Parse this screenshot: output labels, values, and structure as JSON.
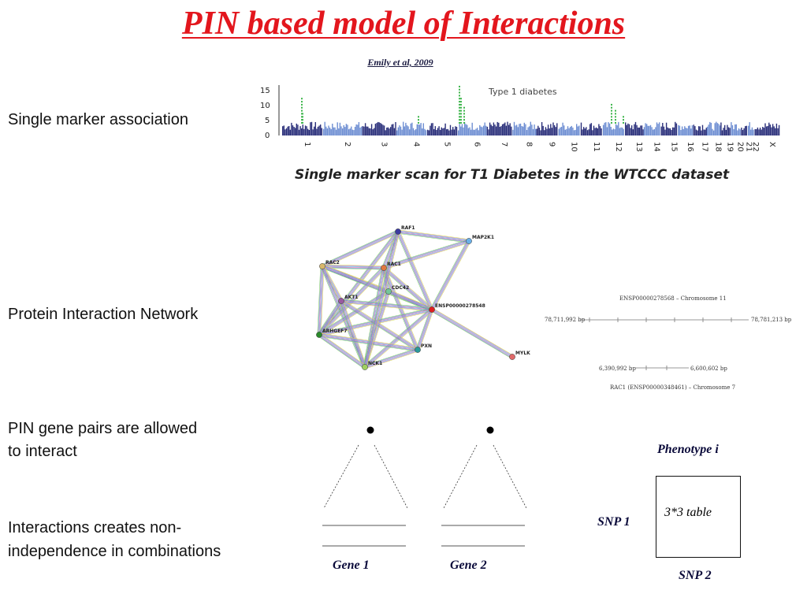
{
  "title": "PIN based model of Interactions",
  "citation": "Emily et al, 2009",
  "labels": {
    "single_marker": "Single marker association",
    "pin": "Protein Interaction Network",
    "pairs_line1": "PIN gene pairs are allowed",
    "pairs_line2": "to interact",
    "nonindep_line1": "Interactions creates non-",
    "nonindep_line2": "independence in combinations"
  },
  "manhattan": {
    "legend": "Type 1 diabetes",
    "caption": "Single marker scan for T1 Diabetes in the WTCCC dataset",
    "y_ticks": [
      "15",
      "10",
      "5",
      "0"
    ],
    "chromosomes": [
      "1",
      "2",
      "3",
      "4",
      "5",
      "6",
      "7",
      "8",
      "9",
      "10",
      "11",
      "12",
      "13",
      "14",
      "15",
      "16",
      "17",
      "18",
      "19",
      "20",
      "21",
      "22",
      "X"
    ],
    "colors": {
      "dark": "#2a2f7a",
      "light": "#6f8fd3",
      "hit": "#3cb54a"
    }
  },
  "network": {
    "nodes": [
      "RAF1",
      "MAP2K1",
      "RAC2",
      "RAC1",
      "CDC42",
      "ENSP00000278548",
      "AKT1",
      "ARHGEF7",
      "PXN",
      "NCK1",
      "MYLK"
    ]
  },
  "chromosome_tracks": {
    "track1_title": "ENSP00000278568 – Chromosome 11",
    "track1_left": "78,711,992 bp",
    "track1_right": "78,781,213 bp",
    "track2_left": "6,390,992 bp",
    "track2_right": "6,600,602 bp",
    "track2_title": "RAC1 (ENSP00000348461) – Chromosome 7"
  },
  "diagram": {
    "gene1": "Gene 1",
    "gene2": "Gene 2",
    "phenotype": "Phenotype i",
    "snp1": "SNP 1",
    "snp2": "SNP 2",
    "table": "3*3 table"
  }
}
